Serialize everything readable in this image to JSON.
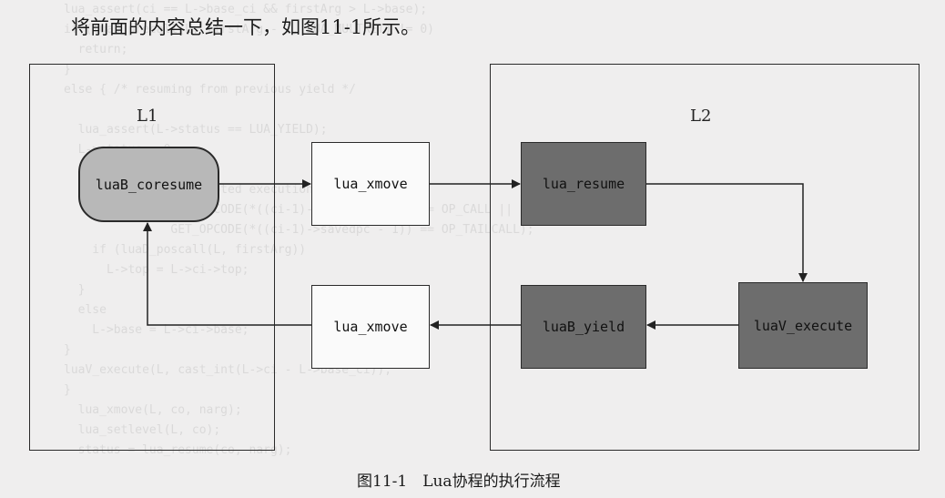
{
  "intro_text": "将前面的内容总结一下，如图11-1所示。",
  "frames": {
    "left": {
      "label": "L1"
    },
    "right": {
      "label": "L2"
    }
  },
  "nodes": {
    "coresume": "luaB_coresume",
    "xmove_top": "lua_xmove",
    "resume": "lua_resume",
    "execute": "luaV_execute",
    "yield": "luaB_yield",
    "xmove_bottom": "lua_xmove"
  },
  "caption": "图11-1　Lua协程的执行流程"
}
